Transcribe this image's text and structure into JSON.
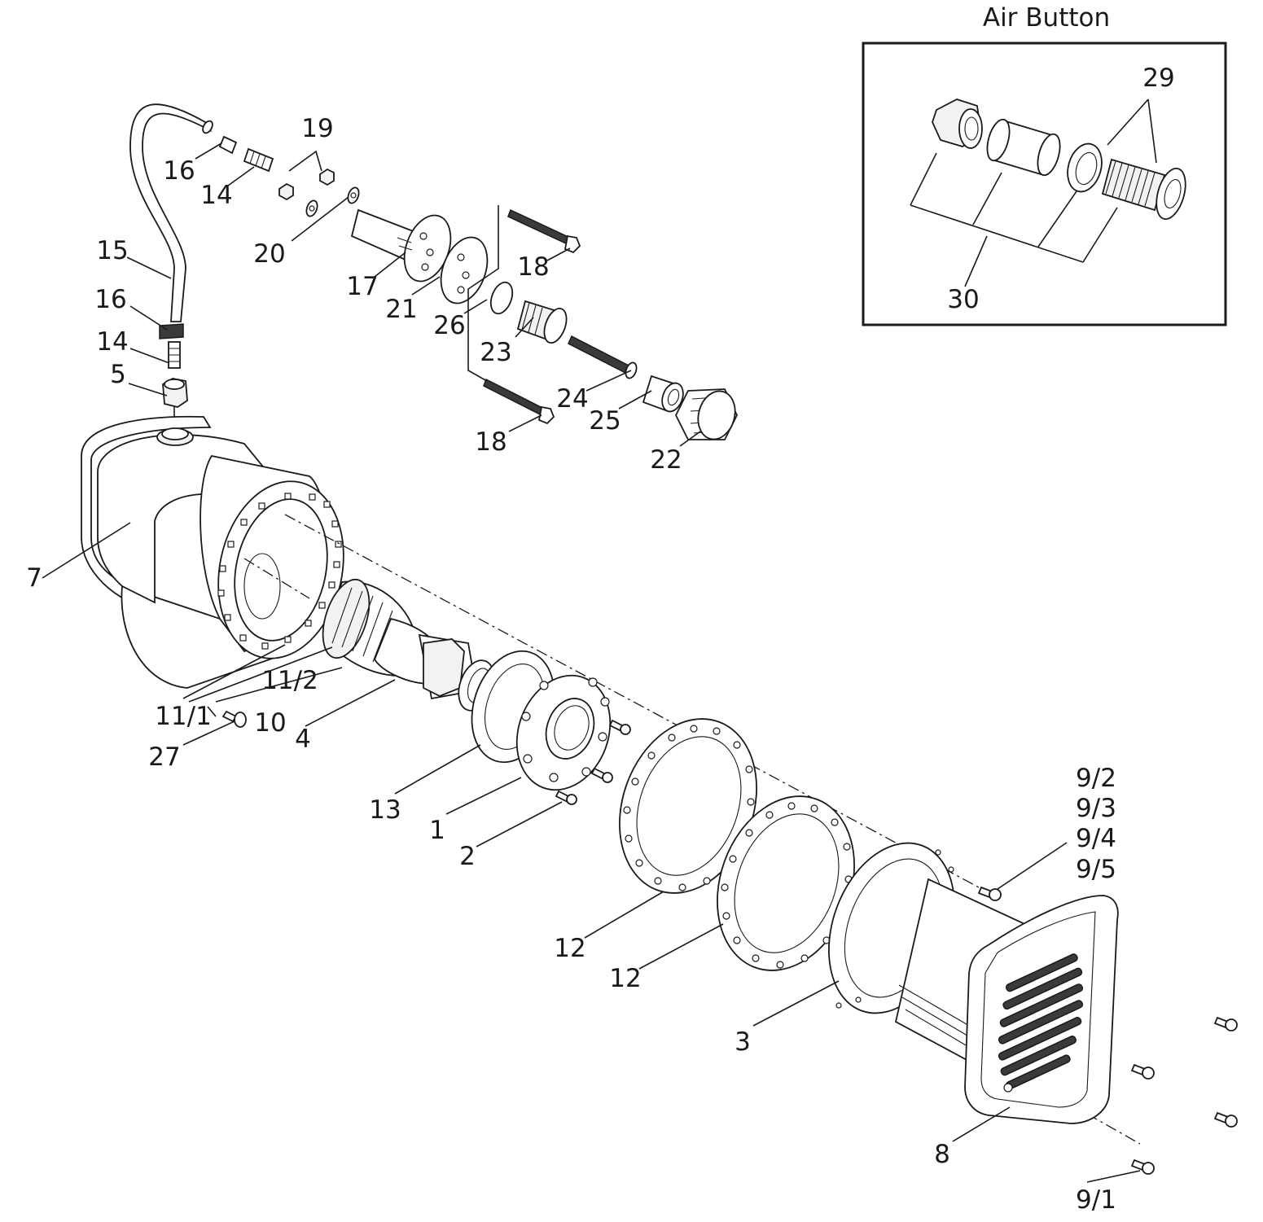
{
  "air_button": {
    "title": "Air Button"
  },
  "labels": {
    "l1": "1",
    "l2": "2",
    "l3": "3",
    "l4": "4",
    "l5": "5",
    "l7": "7",
    "l8": "8",
    "l9_1": "9/1",
    "l9_2": "9/2",
    "l9_3": "9/3",
    "l9_4": "9/4",
    "l9_5": "9/5",
    "l10": "10",
    "l11_1": "11/1",
    "l11_2": "11/2",
    "l12a": "12",
    "l12b": "12",
    "l13": "13",
    "l14a": "14",
    "l14b": "14",
    "l15": "15",
    "l16a": "16",
    "l16b": "16",
    "l17": "17",
    "l18a": "18",
    "l18b": "18",
    "l19": "19",
    "l20": "20",
    "l21": "21",
    "l22": "22",
    "l23": "23",
    "l24": "24",
    "l25": "25",
    "l26": "26",
    "l27": "27",
    "l29": "29",
    "l30": "30"
  }
}
